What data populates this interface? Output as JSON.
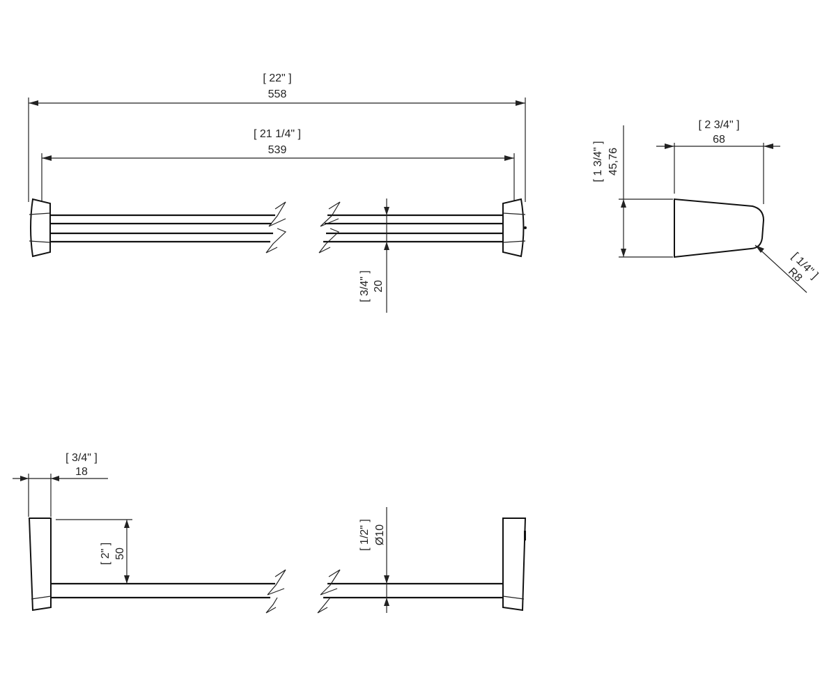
{
  "front_view": {
    "overall_width": {
      "inch": "[ 22\" ]",
      "mm": "558"
    },
    "inner_width": {
      "inch": "[ 21 1/4\" ]",
      "mm": "539"
    },
    "bar_height": {
      "inch": "[ 3/4\" ]",
      "mm": "20"
    }
  },
  "side_view": {
    "depth": {
      "inch": "[ 2 3/4\" ]",
      "mm": "68"
    },
    "height": {
      "inch": "[ 1 3/4\" ]",
      "mm": "45,76"
    },
    "radius": {
      "inch": "[ 1/4\" ]",
      "mm": "R8"
    }
  },
  "top_view": {
    "flange_thickness": {
      "inch": "[ 3/4\" ]",
      "mm": "18"
    },
    "projection": {
      "inch": "[ 2\" ]",
      "mm": "50"
    },
    "rod_diameter": {
      "inch": "[ 1/2\" ]",
      "mm": "Ø10"
    }
  }
}
